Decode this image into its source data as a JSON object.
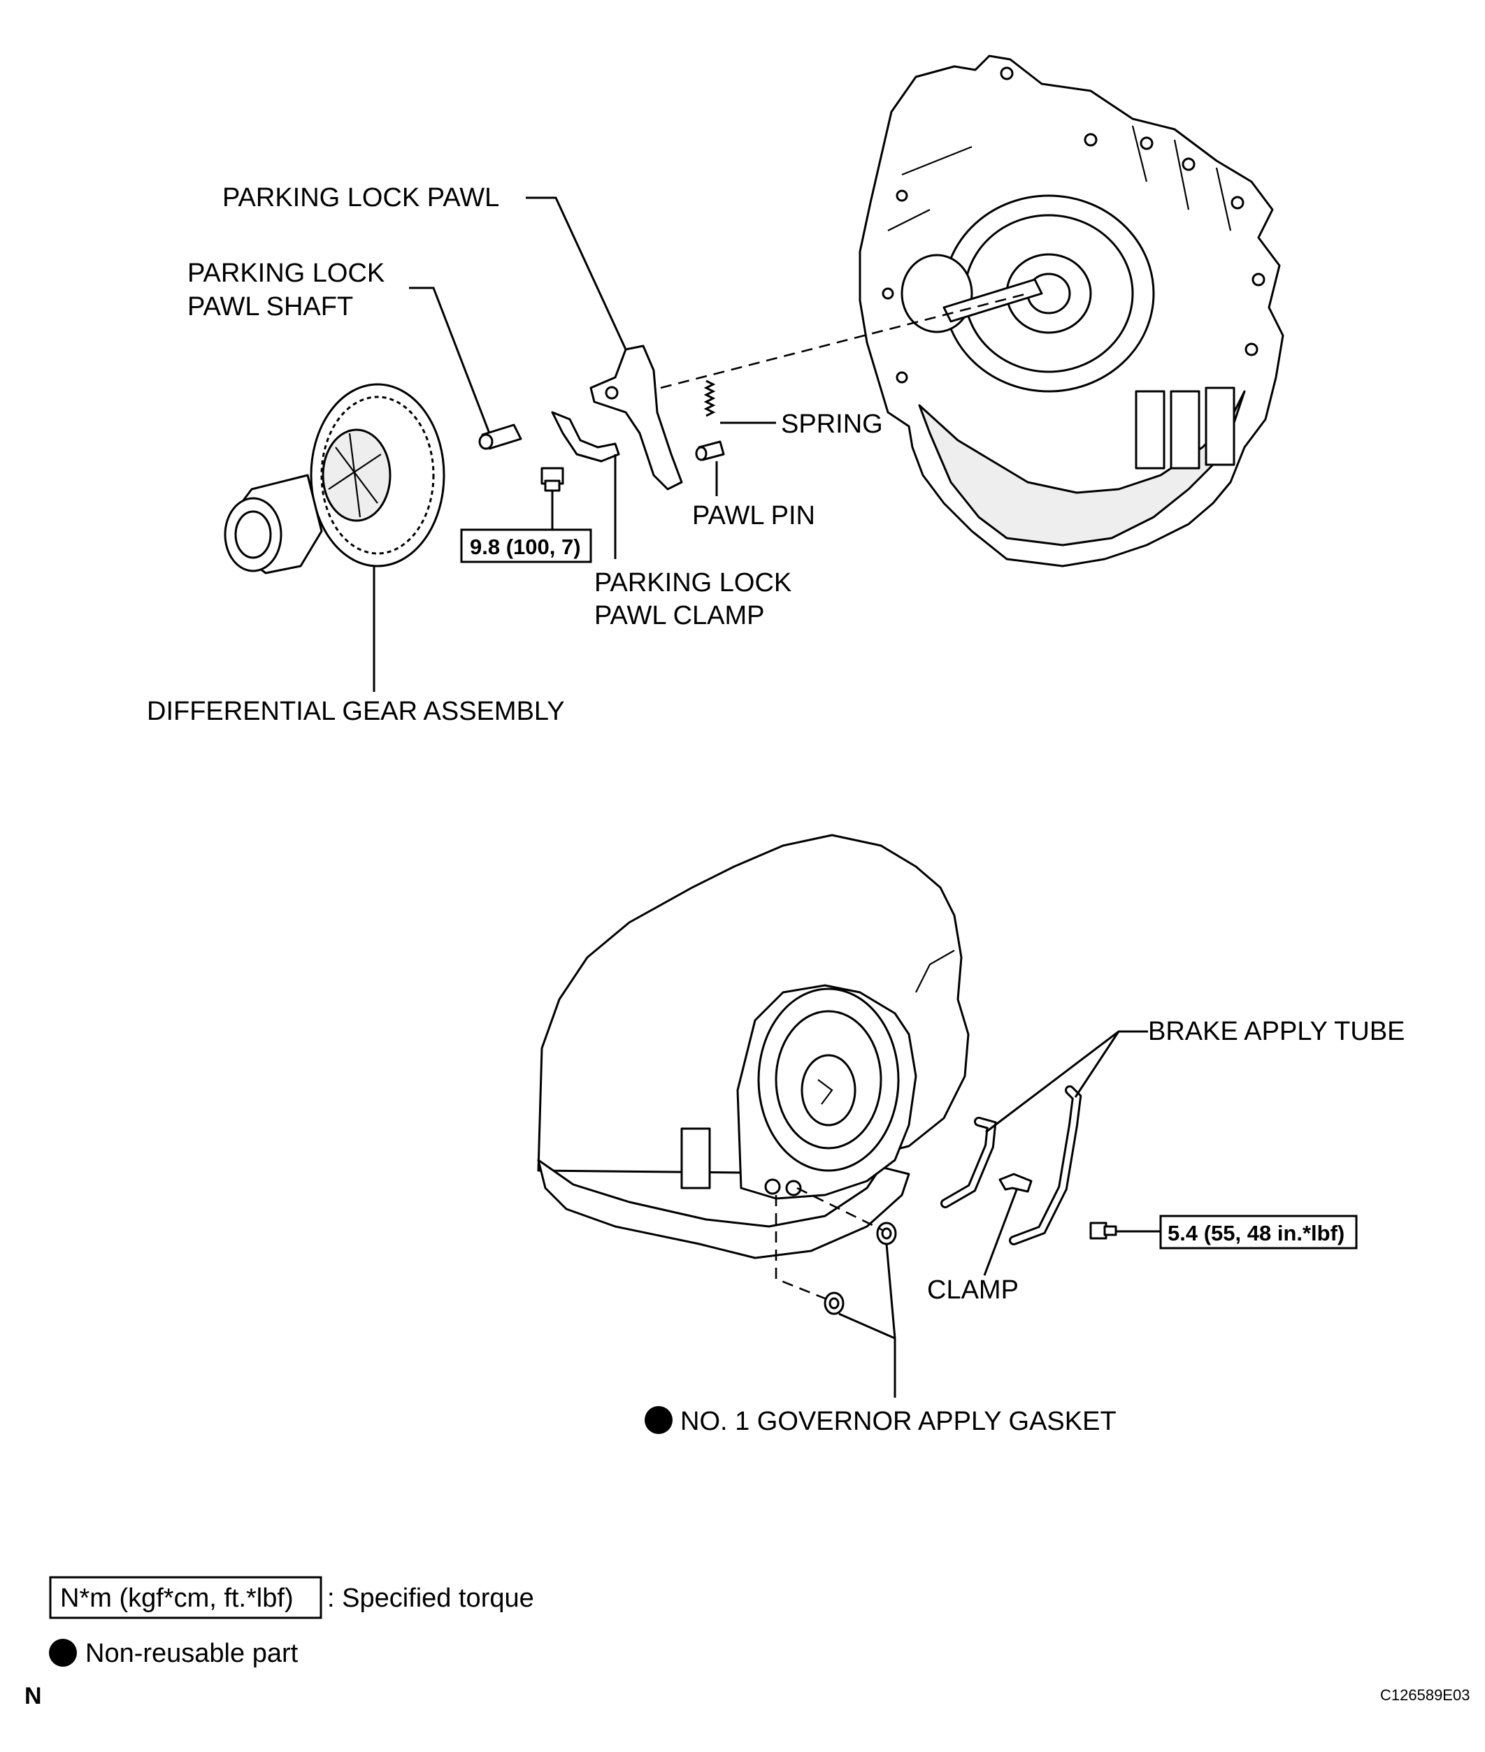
{
  "labels": {
    "parking_lock_pawl": "PARKING LOCK PAWL",
    "parking_lock_pawl_shaft_l1": "PARKING LOCK",
    "parking_lock_pawl_shaft_l2": "PAWL SHAFT",
    "spring": "SPRING",
    "pawl_pin": "PAWL PIN",
    "parking_lock_pawl_clamp_l1": "PARKING LOCK",
    "parking_lock_pawl_clamp_l2": "PAWL CLAMP",
    "differential_gear_assembly": "DIFFERENTIAL GEAR ASSEMBLY",
    "brake_apply_tube": "BRAKE APPLY TUBE",
    "clamp": "CLAMP",
    "governor_gasket": "NO. 1 GOVERNOR APPLY GASKET"
  },
  "torque": {
    "pawl_clamp_bolt": "9.8 (100, 7)",
    "tube_bolt": "5.4 (55, 48 in.*lbf)"
  },
  "legend": {
    "torque_unit": "N*m (kgf*cm, ft.*lbf)",
    "torque_desc": ": Specified torque",
    "nonreusable_desc": "Non-reusable part",
    "nonreusable_symbol": "filled-circle"
  },
  "footer": {
    "corner_letter": "N",
    "figure_code": "C126589E03"
  }
}
